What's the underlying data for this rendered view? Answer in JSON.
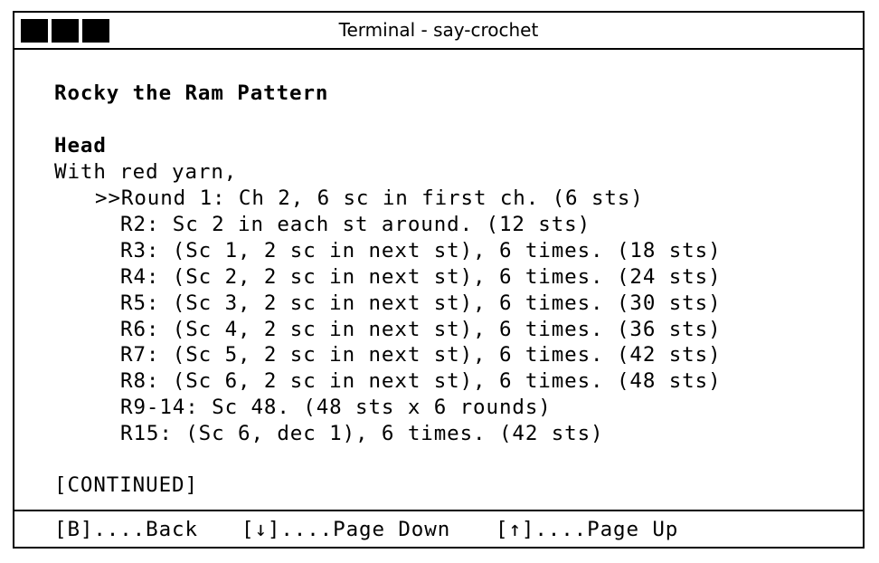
{
  "window": {
    "title": "Terminal - say-crochet"
  },
  "pattern": {
    "title": "Rocky the Ram Pattern",
    "section_heading": "Head",
    "intro": "With red yarn,",
    "rounds": [
      ">>Round 1: Ch 2, 6 sc in first ch. (6 sts)",
      "R2: Sc 2 in each st around. (12 sts)",
      "R3: (Sc 1, 2 sc in next st), 6 times. (18 sts)",
      "R4: (Sc 2, 2 sc in next st), 6 times. (24 sts)",
      "R5: (Sc 3, 2 sc in next st), 6 times. (30 sts)",
      "R6: (Sc 4, 2 sc in next st), 6 times. (36 sts)",
      "R7: (Sc 5, 2 sc in next st), 6 times. (42 sts)",
      "R8: (Sc 6, 2 sc in next st), 6 times. (48 sts)",
      "R9-14: Sc 48. (48 sts x 6 rounds)",
      "R15: (Sc 6, dec 1), 6 times. (42 sts)"
    ],
    "continued": "[CONTINUED]"
  },
  "footer": {
    "back": "[B]....Back",
    "page_down": "[↓]....Page Down",
    "page_up": "[↑]....Page Up"
  }
}
